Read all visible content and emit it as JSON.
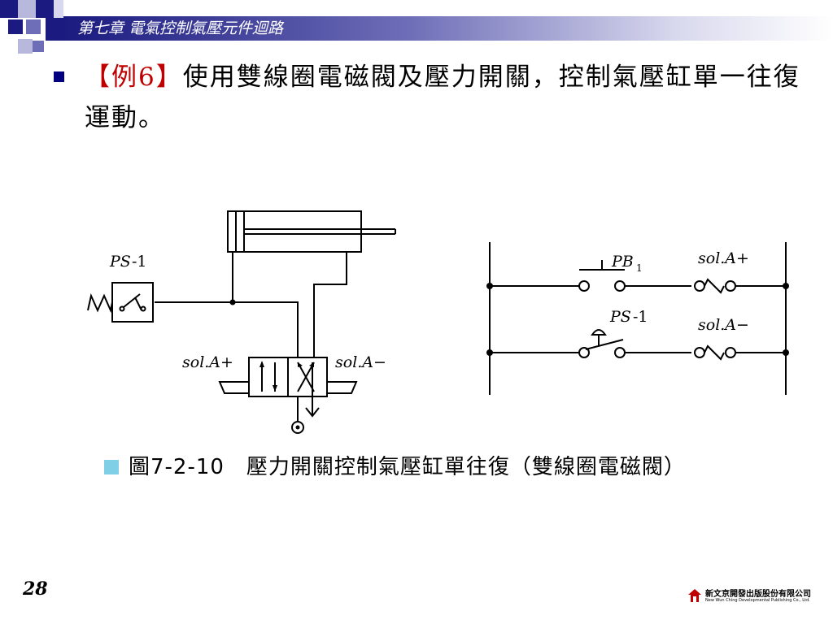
{
  "header": {
    "chapter_title": "第七章  電氣控制氣壓元件迴路"
  },
  "slide": {
    "example_tag": "【例6】",
    "example_text": "使用雙線圈電磁閥及壓力開關，控制氣壓缸單一往復運動。"
  },
  "diagram": {
    "pneumatic": {
      "pressure_switch_label_italic": "PS",
      "pressure_switch_label_suffix": "-1",
      "sol_a_plus": "sol.A+",
      "sol_a_minus": "sol.A−"
    },
    "ladder": {
      "pb_label": "PB",
      "pb_sub": "1",
      "ps_label_italic": "PS",
      "ps_label_suffix": "-1",
      "sol_plus_label": "sol.A+",
      "sol_minus_label": "sol.A−"
    }
  },
  "caption": {
    "text": "圖7-2-10　壓力開關控制氣壓缸單往復（雙線圈電磁閥）"
  },
  "footer": {
    "page_number": "28",
    "publisher_name": "新文京開發出版股份有限公司",
    "publisher_name_en": "New Wun Ching Developmental Publishing Co., Ltd."
  },
  "colors": {
    "header_dark": "#1a1a80",
    "bullet": "#000080",
    "example_tag": "#c00000",
    "caption_square": "#7fd0e6"
  }
}
